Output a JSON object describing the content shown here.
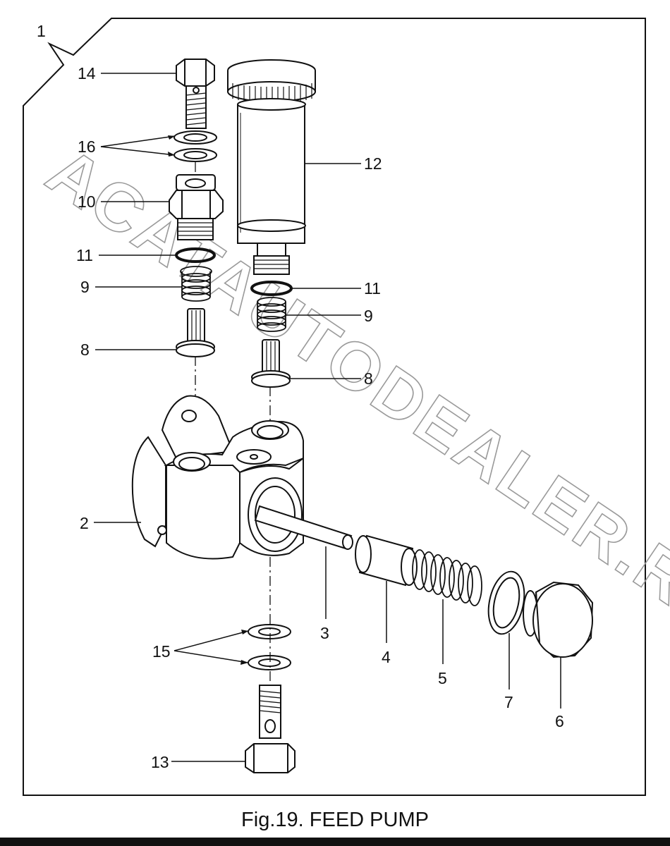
{
  "diagram": {
    "caption": "Fig.19.  FEED PUMP",
    "watermark": "ACATAUTODEALER.RU",
    "labels": {
      "l1": "1",
      "l14": "14",
      "l16": "16",
      "l10": "10",
      "l11a": "11",
      "l9a": "9",
      "l8a": "8",
      "l12": "12",
      "l11b": "11",
      "l9b": "9",
      "l8b": "8",
      "l2": "2",
      "l3": "3",
      "l4": "4",
      "l5": "5",
      "l7": "7",
      "l6": "6",
      "l15": "15",
      "l13": "13"
    }
  }
}
